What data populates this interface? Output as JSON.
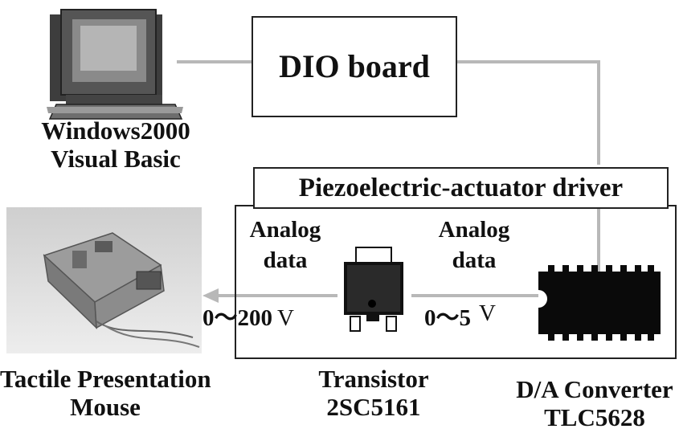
{
  "computer": {
    "line1": "Windows2000",
    "line2": "Visual Basic"
  },
  "dio_board": {
    "label": "DIO board"
  },
  "driver": {
    "title": "Piezoelectric-actuator driver"
  },
  "analog_left": {
    "line1": "Analog",
    "line2": "data"
  },
  "analog_right": {
    "line1": "Analog",
    "line2": "data"
  },
  "voltage_left": {
    "prefix": "0～200",
    "unit": "V"
  },
  "voltage_right": {
    "prefix": "0～5",
    "unit": "V"
  },
  "mouse": {
    "line1": "Tactile Presentation",
    "line2": "Mouse"
  },
  "transistor": {
    "line1": "Transistor",
    "line2": "2SC5161"
  },
  "converter": {
    "line1": "D/A Converter",
    "line2": "TLC5628"
  },
  "colors": {
    "line": "#b8b8b8",
    "chip": "#0a0a0a",
    "box_border": "#222222"
  }
}
